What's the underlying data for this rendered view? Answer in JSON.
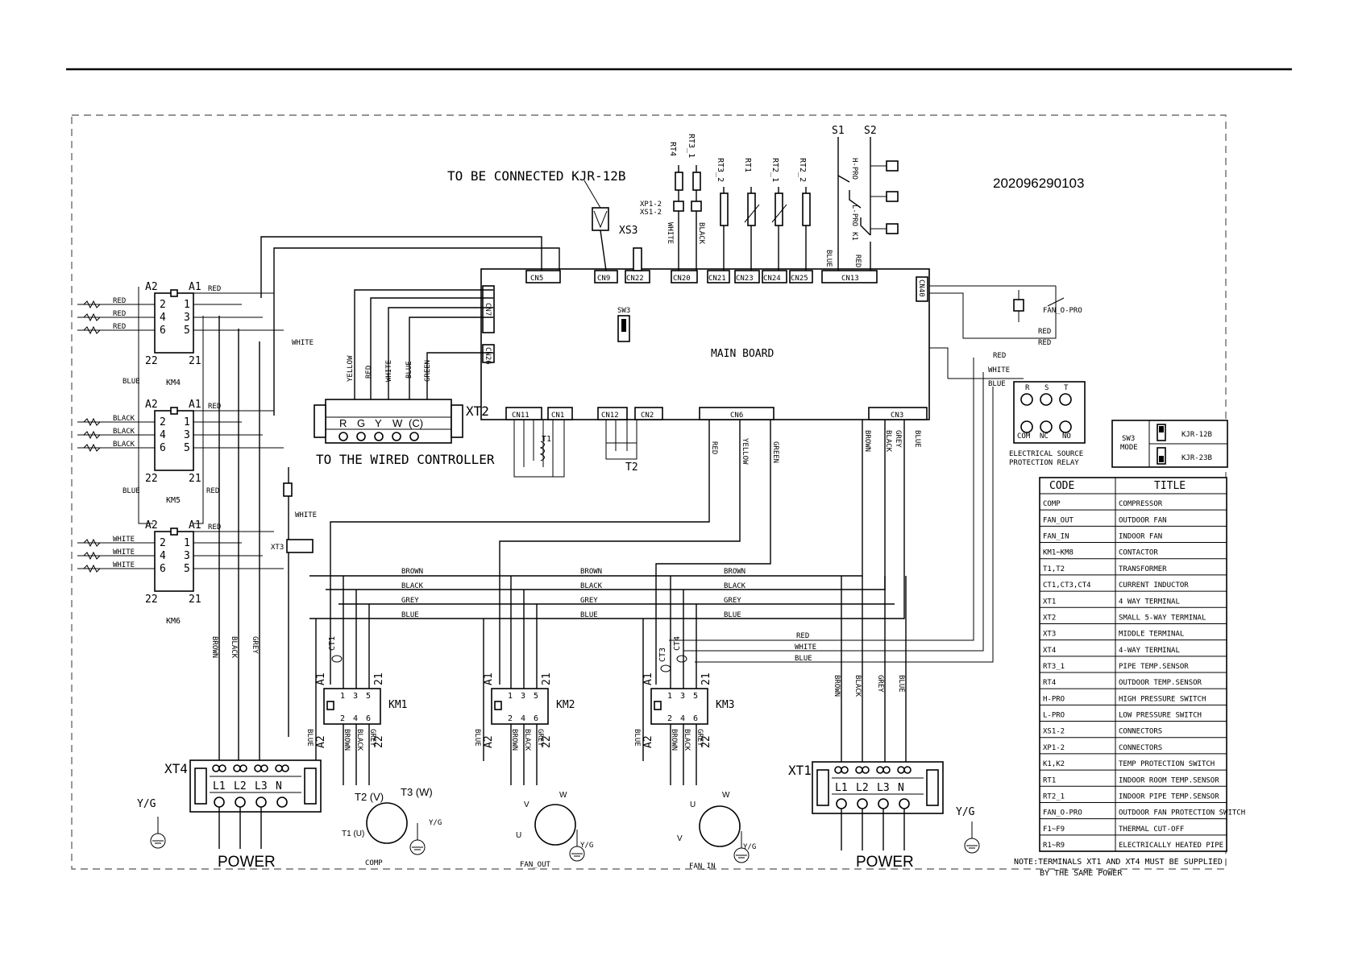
{
  "drawing_number": "202096290103",
  "kjr_note": "TO BE CONNECTED KJR-12B",
  "wired_controller_note": "TO THE WIRED CONTROLLER",
  "main_board_label": "MAIN BOARD",
  "power_label": "POWER",
  "note_line1": "NOTE:TERMINALS XT1 AND XT4 MUST BE SUPPLIED",
  "note_line2": "BY THE SAME POWER",
  "connectors": [
    "CN5",
    "CN9",
    "CN22",
    "CN20",
    "CN21",
    "CN23",
    "CN24",
    "CN25",
    "CN13",
    "CN7",
    "CN26",
    "CN11",
    "CN1",
    "CN12",
    "CN2",
    "CN6",
    "CN3",
    "CN40"
  ],
  "sensor_labels": [
    "RT4",
    "RT3_1",
    "RT3_2",
    "RT1",
    "RT2_1",
    "RT2_2",
    "S1",
    "S2",
    "H-PRO",
    "L-PRO",
    "K1",
    "XP1-2",
    "XS1-2",
    "XS3",
    "SW3",
    "T1",
    "T2",
    "CT1",
    "CT3",
    "CT4",
    "XT2",
    "XT3",
    "XT4",
    "XT1",
    "COMP",
    "FAN_OUT",
    "FAN_IN",
    "FAN_O-PRO"
  ],
  "contactors": [
    "KM4",
    "KM5",
    "KM6",
    "KM1",
    "KM2",
    "KM3"
  ],
  "wire_colors": [
    "RED",
    "BLACK",
    "WHITE",
    "BLUE",
    "YELLOW",
    "GREEN",
    "BROWN",
    "GREY",
    "Y/G"
  ],
  "xt2_terminals": [
    "R",
    "G",
    "Y",
    "W",
    "(C)"
  ],
  "power_terminals": [
    "L1",
    "L2",
    "L3",
    "N"
  ],
  "relay_label_1": "ELECTRICAL SOURCE",
  "relay_label_2": "PROTECTION RELAY",
  "relay_terminals": [
    "R",
    "S",
    "T",
    "COM",
    "NC",
    "NO"
  ],
  "sw3_mode": {
    "title_1": "SW3",
    "title_2": "MODE",
    "opt1": "KJR-12B",
    "opt2": "KJR-23B"
  },
  "legend": {
    "head_code": "CODE",
    "head_title": "TITLE",
    "rows": [
      {
        "code": "COMP",
        "title": "COMPRESSOR"
      },
      {
        "code": "FAN_OUT",
        "title": "OUTDOOR FAN"
      },
      {
        "code": "FAN_IN",
        "title": "INDOOR FAN"
      },
      {
        "code": "KM1~KM8",
        "title": "CONTACTOR"
      },
      {
        "code": "T1,T2",
        "title": "TRANSFORMER"
      },
      {
        "code": "CT1,CT3,CT4",
        "title": "CURRENT INDUCTOR"
      },
      {
        "code": "XT1",
        "title": "4 WAY TERMINAL"
      },
      {
        "code": "XT2",
        "title": "SMALL 5-WAY TERMINAL"
      },
      {
        "code": "XT3",
        "title": "MIDDLE TERMINAL"
      },
      {
        "code": "XT4",
        "title": "4-WAY TERMINAL"
      },
      {
        "code": "RT3_1",
        "title": "PIPE TEMP.SENSOR"
      },
      {
        "code": "RT4",
        "title": "OUTDOOR TEMP.SENSOR"
      },
      {
        "code": "H-PRO",
        "title": "HIGH PRESSURE SWITCH"
      },
      {
        "code": "L-PRO",
        "title": "LOW PRESSURE SWITCH"
      },
      {
        "code": "XS1-2",
        "title": "CONNECTORS"
      },
      {
        "code": "XP1-2",
        "title": "CONNECTORS"
      },
      {
        "code": "K1,K2",
        "title": "TEMP PROTECTION SWITCH"
      },
      {
        "code": "RT1",
        "title": "INDOOR ROOM TEMP.SENSOR"
      },
      {
        "code": "RT2_1",
        "title": "INDOOR PIPE TEMP.SENSOR"
      },
      {
        "code": "FAN_O-PRO",
        "title": "OUTDOOR FAN PROTECTION SWITCH"
      },
      {
        "code": "F1~F9",
        "title": "THERMAL CUT-OFF"
      },
      {
        "code": "R1~R9",
        "title": "ELECTRICALLY HEATED PIPE"
      }
    ]
  }
}
